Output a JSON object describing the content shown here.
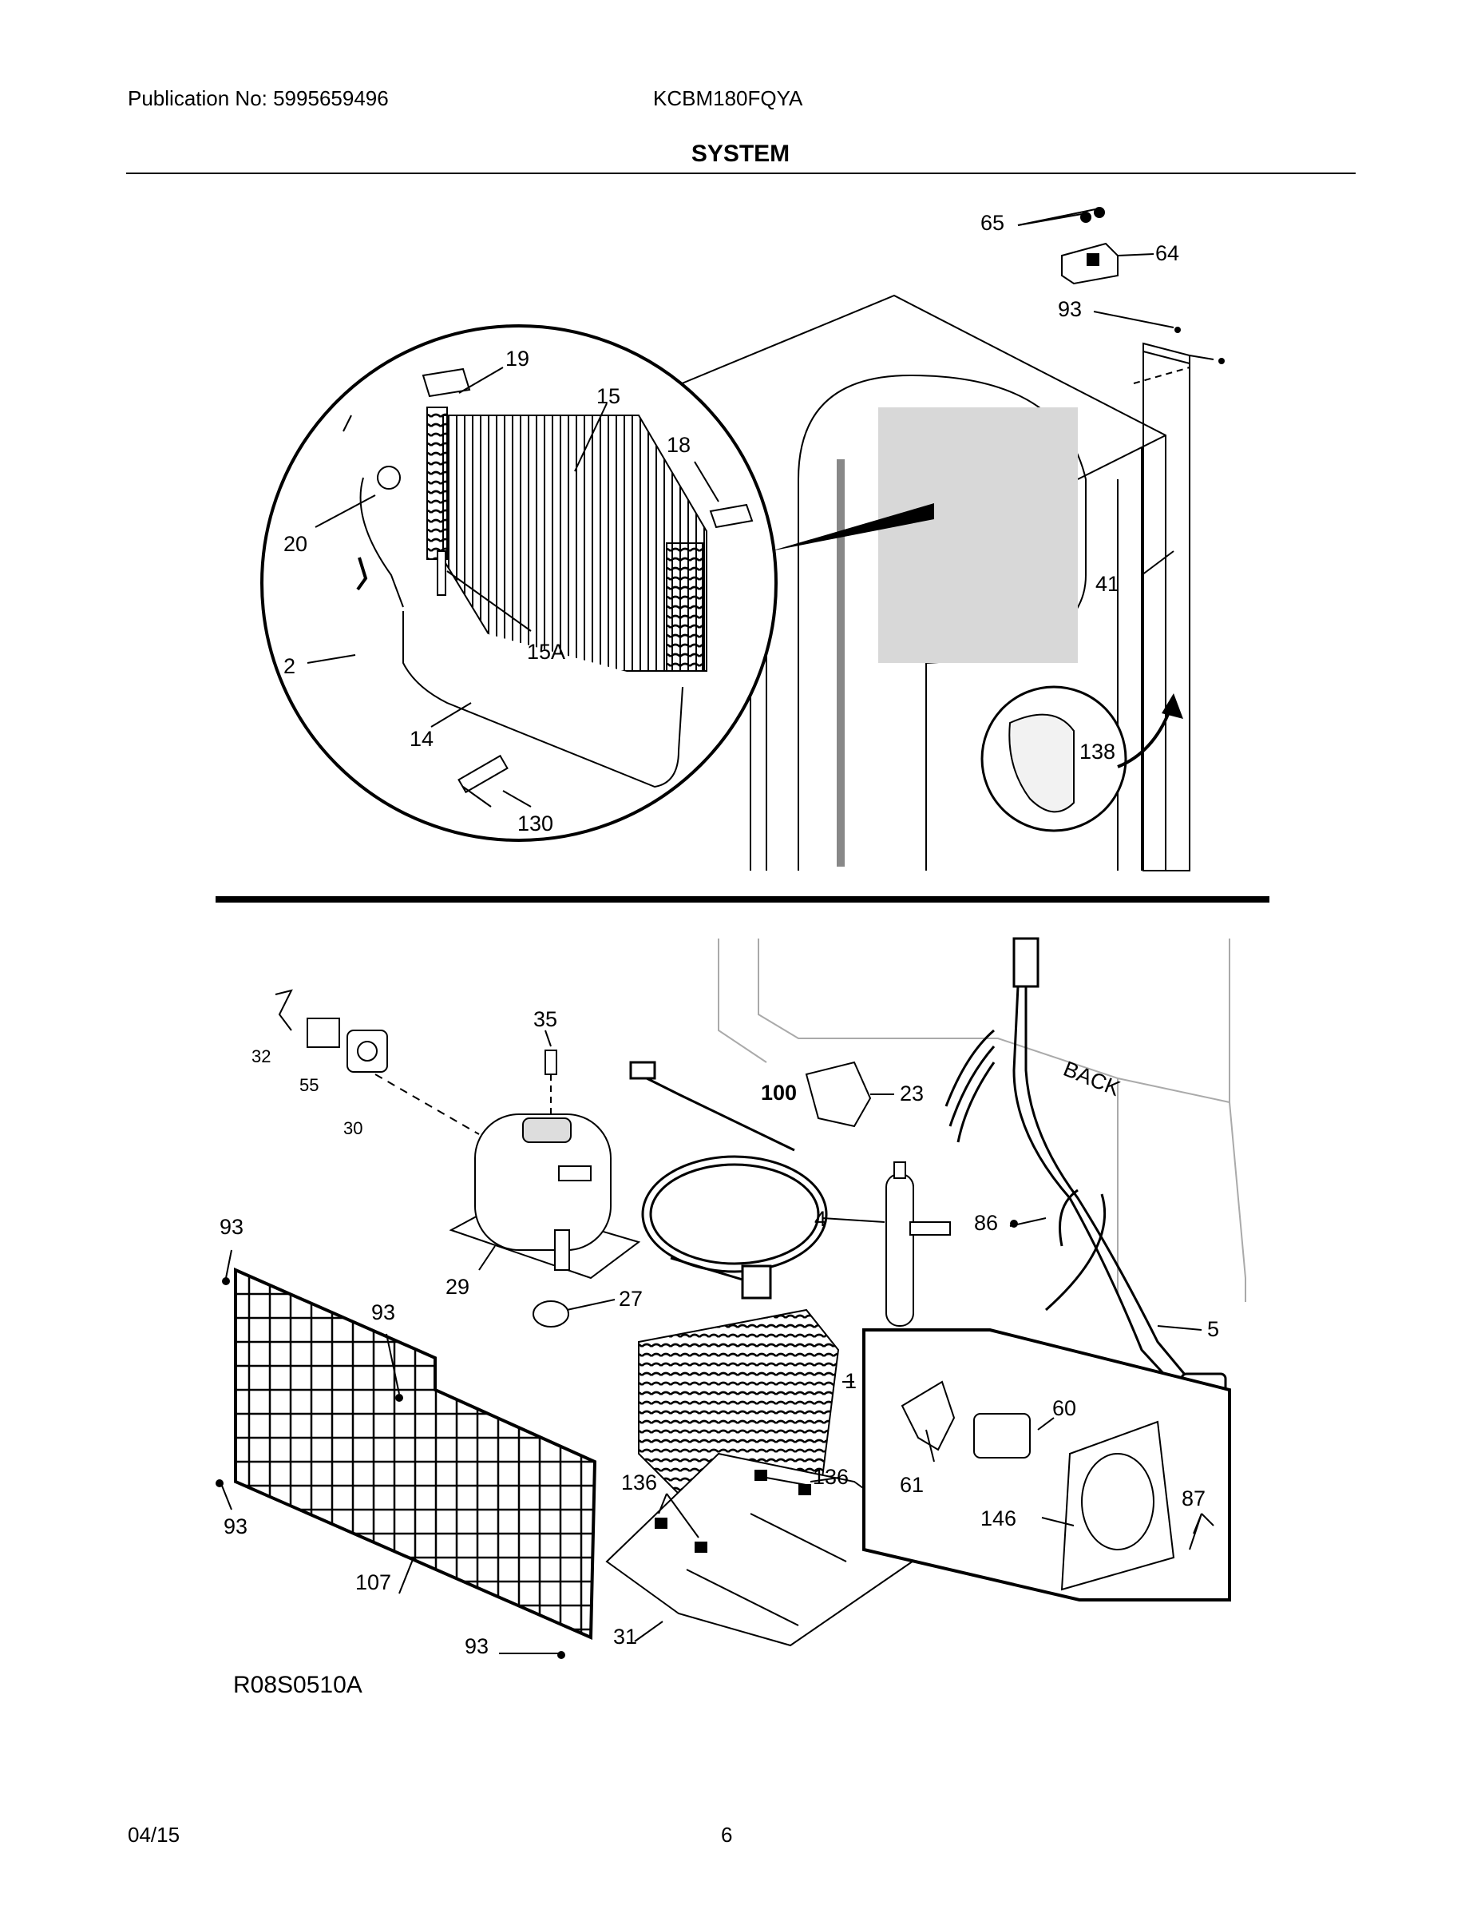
{
  "header": {
    "publication": "Publication No: 5995659496",
    "model": "KCBM180FQYA",
    "section_title": "SYSTEM"
  },
  "callouts": {
    "c65": "65",
    "c64": "64",
    "c93a": "93",
    "c19": "19",
    "c15": "15",
    "c18": "18",
    "c20": "20",
    "c15a": "15A",
    "c41": "41",
    "c2": "2",
    "c14": "14",
    "c130": "130",
    "c138": "138",
    "c35": "35",
    "c23": "23",
    "c32": "32",
    "c55": "55",
    "c30": "30",
    "c100": "100",
    "c93b": "93",
    "c4": "4",
    "c86": "86",
    "c29": "29",
    "c27": "27",
    "c93c": "93",
    "c5": "5",
    "c1": "1",
    "c60": "60",
    "c136a": "136",
    "c136b": "136",
    "c61": "61",
    "c87": "87",
    "c146": "146",
    "c93d": "93",
    "c107": "107",
    "c31": "31",
    "c93e": "93",
    "back": "BACK"
  },
  "diagram_code": "R08S0510A",
  "footer": {
    "date": "04/15",
    "page": "6"
  }
}
